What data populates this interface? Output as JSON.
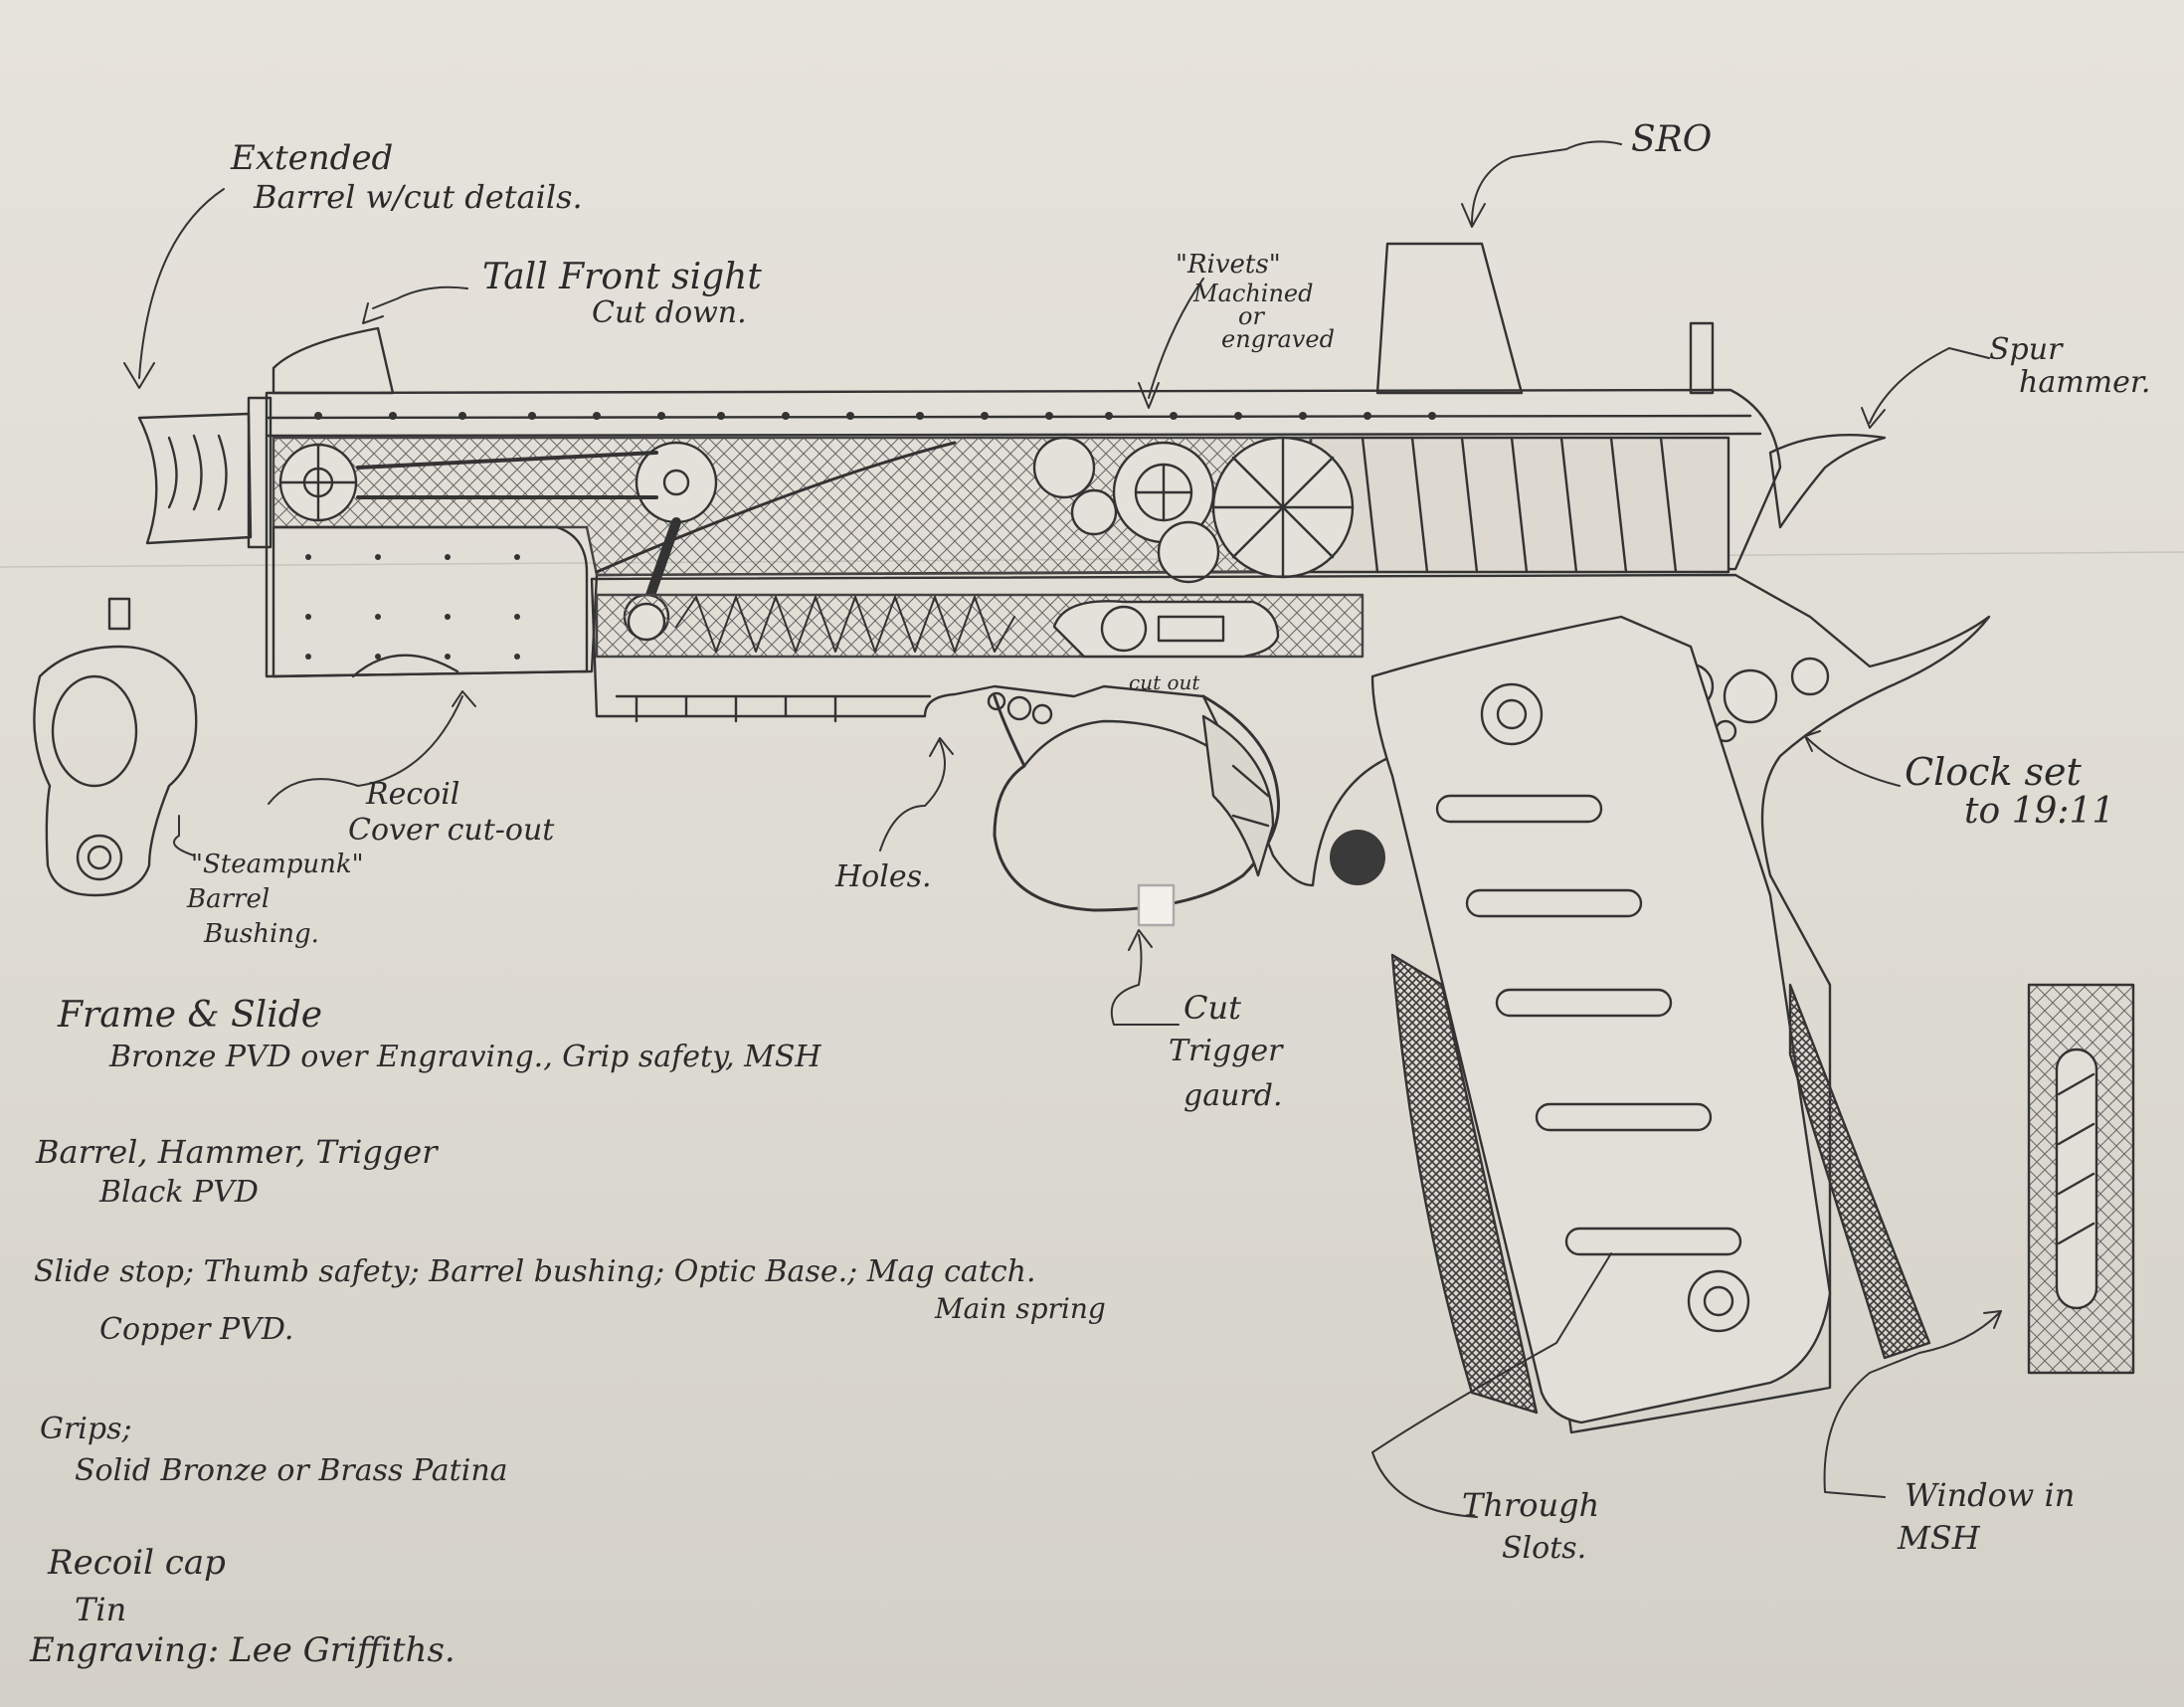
{
  "callouts": {
    "extended_barrel": [
      "Extended",
      "Barrel w/cut details."
    ],
    "front_sight": [
      "Tall Front sight",
      "Cut down."
    ],
    "rivets": [
      "\"Rivets\"",
      "Machined",
      "or",
      "engraved"
    ],
    "sro": "SRO",
    "spur_hammer": [
      "Spur",
      "hammer."
    ],
    "recoil_cover": [
      "Recoil",
      "Cover cut-out"
    ],
    "barrel_bushing": [
      "\"Steampunk\"",
      "Barrel",
      "Bushing."
    ],
    "cutout": "cut out",
    "holes": "Holes.",
    "cut_trigger_guard": [
      "Cut",
      "Trigger",
      "gaurd."
    ],
    "clock": [
      "Clock set",
      "to 19:11"
    ],
    "through_slots": [
      "Through",
      "Slots."
    ],
    "window_msh": [
      "Window in",
      "MSH"
    ]
  },
  "finish_notes": [
    {
      "heading": "Frame & Slide",
      "detail": "Bronze PVD over Engraving., Grip safety, MSH"
    },
    {
      "heading": "Barrel, Hammer, Trigger",
      "detail": "Black PVD"
    },
    {
      "heading": "Slide stop; Thumb safety; Barrel bushing; Optic Base.; Mag catch.",
      "detail": "Copper PVD.",
      "extra": "Main spring"
    },
    {
      "heading": "Grips;",
      "detail": "Solid Bronze or Brass Patina"
    },
    {
      "heading": "Recoil cap",
      "detail": "Tin"
    },
    {
      "heading": "Engraving: Lee Griffiths.",
      "detail": ""
    }
  ],
  "colors": {
    "paper": "#e2dfd8",
    "ink": "#2a2a2a"
  }
}
